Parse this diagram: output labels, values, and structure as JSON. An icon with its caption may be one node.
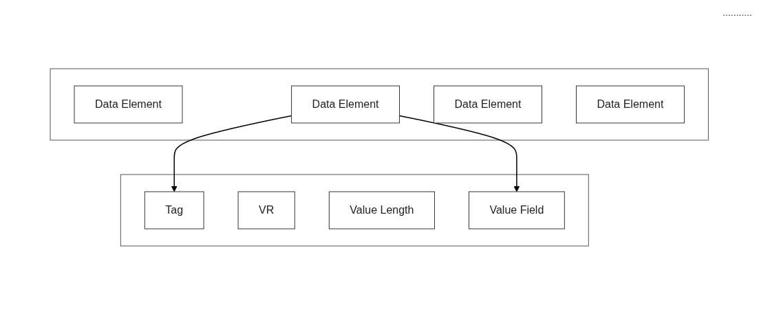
{
  "diagram": {
    "nodes": [
      {
        "text": [],
        "shape": "box"
      },
      {
        "text": [
          "Data Element"
        ],
        "in": 0
      },
      {
        "text": [
          "Data Element"
        ],
        "in": 0
      },
      {
        "text": [
          "Data Element"
        ],
        "in": 0
      },
      {
        "text": [
          "Data Element"
        ],
        "in": 0
      },
      {
        "text": [],
        "shape": "box"
      },
      {
        "text": [
          "Tag"
        ],
        "in": 5
      },
      {
        "text": [
          "VR"
        ],
        "in": 5
      },
      {
        "text": [
          "Value Length"
        ],
        "in": 5
      },
      {
        "text": [
          "Value Field"
        ],
        "in": 5
      }
    ],
    "edges": [
      {
        "from": 2,
        "to": 6,
        "arrow": "to"
      },
      {
        "from": 2,
        "to": 9,
        "arrow": "to"
      }
    ],
    "labels": [
      "..........."
    ]
  }
}
